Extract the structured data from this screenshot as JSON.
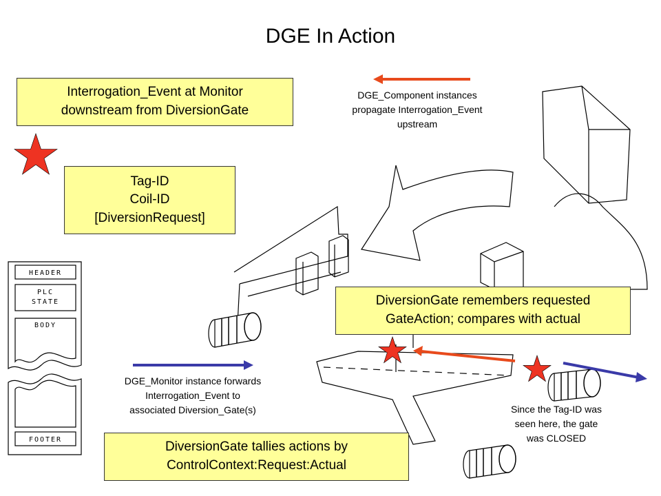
{
  "title": "DGE In Action",
  "boxes": {
    "interrogation": [
      "Interrogation_Event at Monitor",
      "downstream from DiversionGate"
    ],
    "tag": [
      "Tag-ID",
      "Coil-ID",
      "[DiversionRequest]"
    ],
    "remembers": [
      "DiversionGate remembers requested",
      "GateAction; compares with actual"
    ],
    "tallies": [
      "DiversionGate tallies actions by",
      "ControlContext:Request:Actual"
    ]
  },
  "notes": {
    "component": [
      "DGE_Component instances",
      "propagate Interrogation_Event",
      "upstream"
    ],
    "monitor": [
      "DGE_Monitor instance forwards",
      "Interrogation_Event to",
      "associated Diversion_Gate(s)"
    ],
    "closed": [
      "Since the Tag-ID was",
      "seen here, the gate",
      "was CLOSED"
    ]
  },
  "packet": {
    "header": "HEADER",
    "plc": "PLC",
    "state": "STATE",
    "body": "BODY",
    "footer": "FOOTER"
  },
  "colors": {
    "box_fill": "#ffff99",
    "star": "#ee3322",
    "red_arrow": "#e84a1c",
    "blue_arrow": "#3a3aa8"
  }
}
